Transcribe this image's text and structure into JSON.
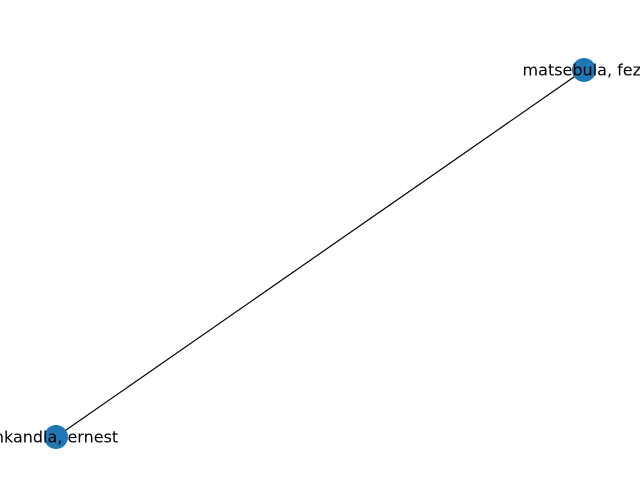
{
  "graph": {
    "node_color": "#1f77b4",
    "edge_color": "#000000",
    "nodes": [
      {
        "id": "n1",
        "label": "matsebula, fezi"
      },
      {
        "id": "n2",
        "label": "nkandla, ernest"
      }
    ],
    "edges": [
      {
        "source": "n1",
        "target": "n2"
      }
    ]
  }
}
